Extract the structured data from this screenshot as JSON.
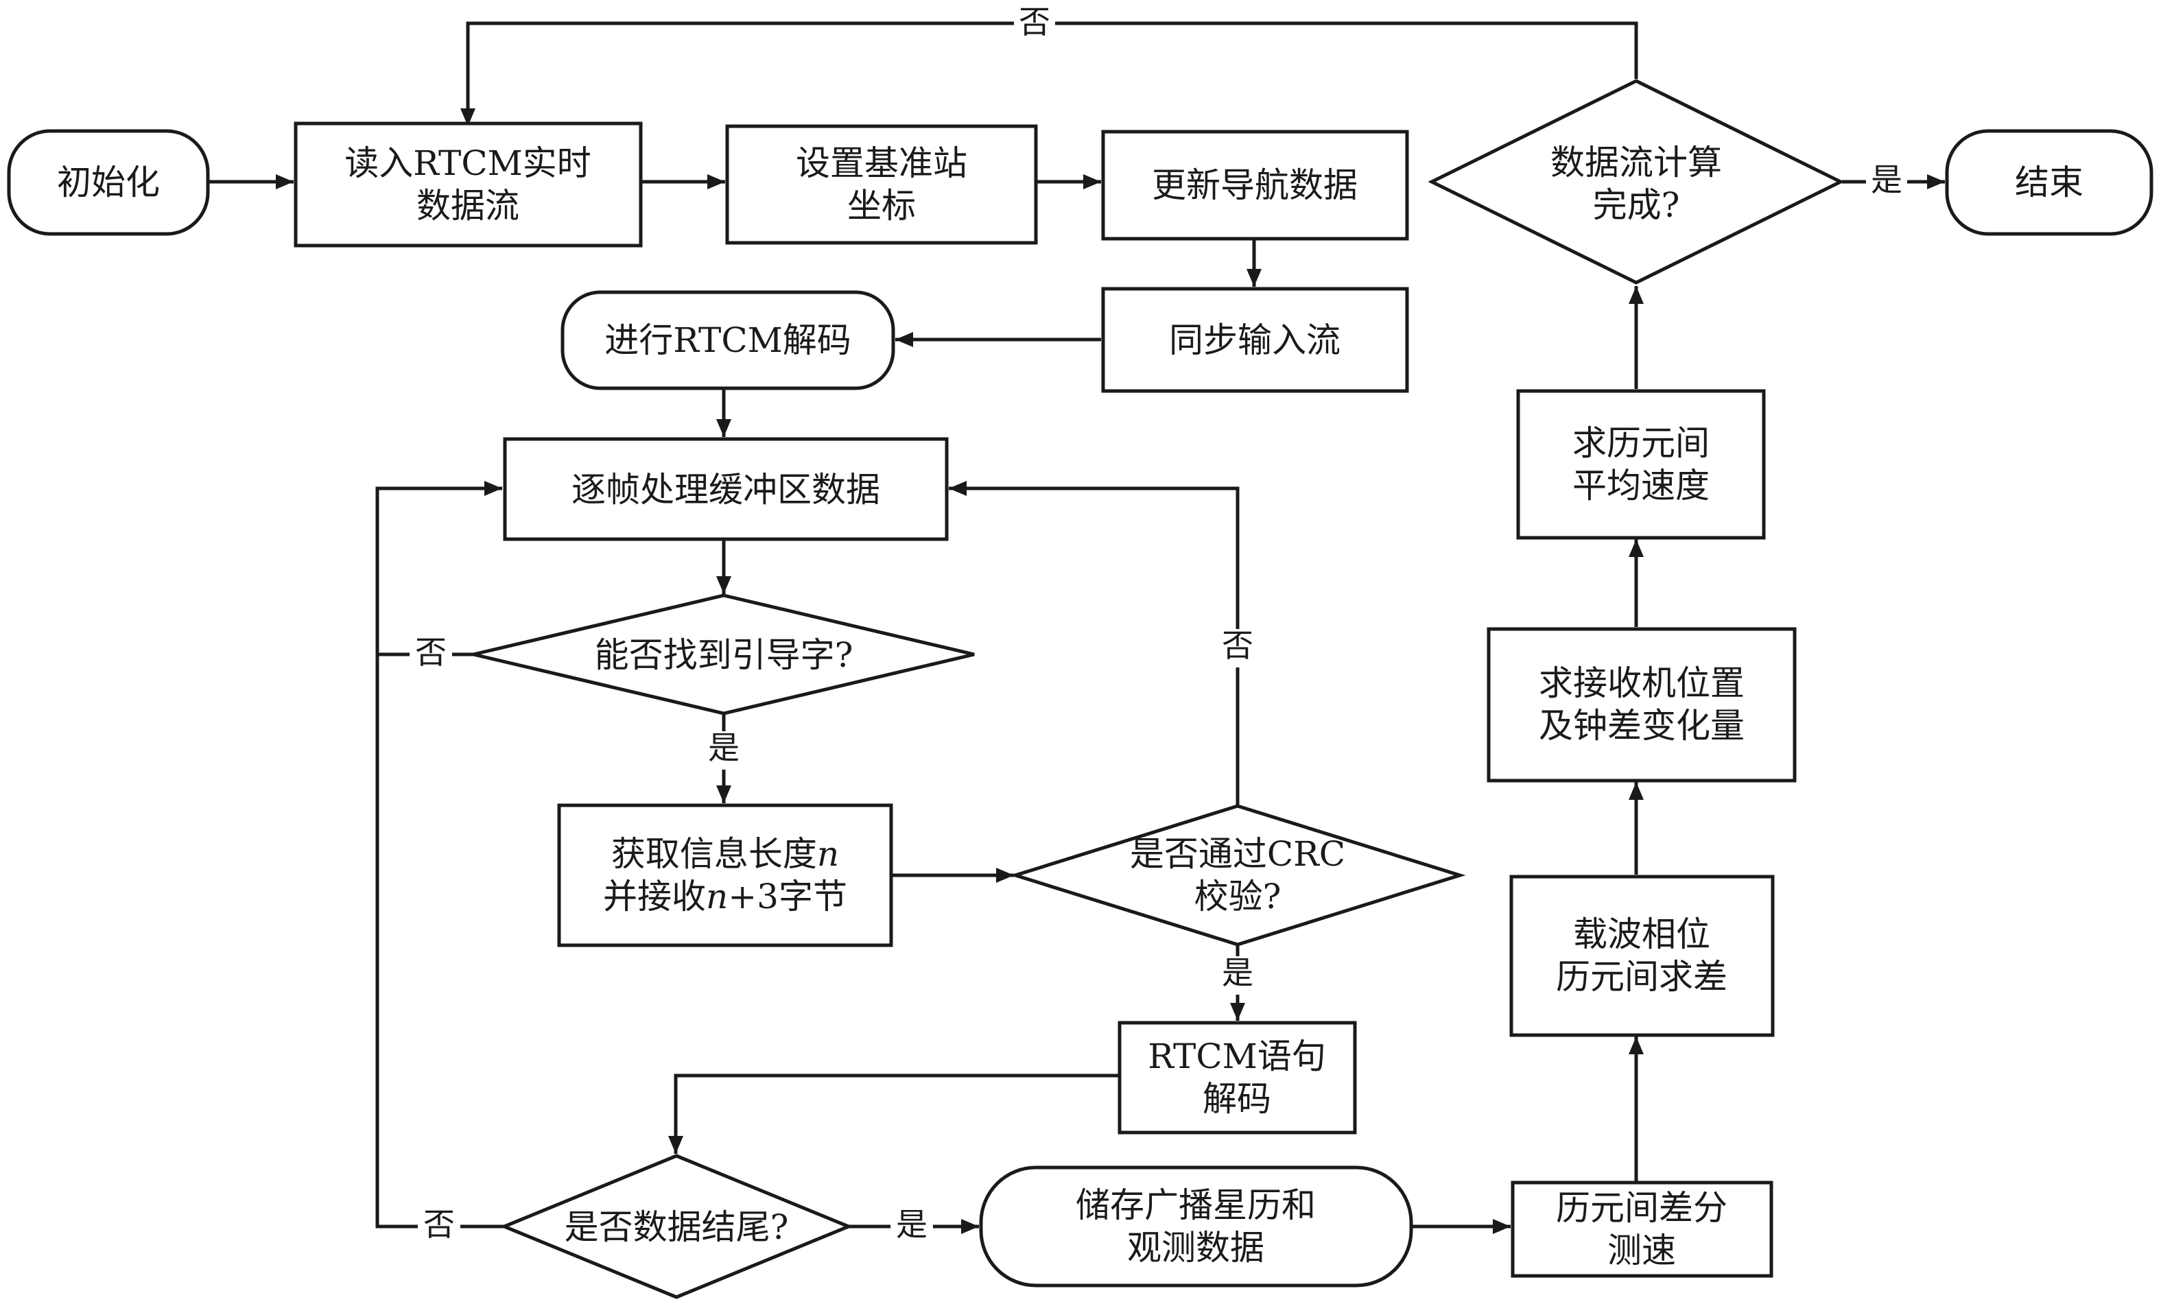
{
  "nodes": {
    "init": {
      "lines": [
        "初始化"
      ]
    },
    "read_stream": {
      "lines": [
        "读入RTCM实时",
        "数据流"
      ]
    },
    "set_base": {
      "lines": [
        "设置基准站",
        "坐标"
      ]
    },
    "update_nav": {
      "lines": [
        "更新导航数据"
      ]
    },
    "sync_input": {
      "lines": [
        "同步输入流"
      ]
    },
    "decode": {
      "lines": [
        "进行RTCM解码"
      ]
    },
    "process_buf": {
      "lines": [
        "逐帧处理缓冲区数据"
      ]
    },
    "find_lead": {
      "lines": [
        "能否找到引导字?"
      ]
    },
    "get_len": {
      "lines": [
        [
          {
            "t": "获取信息长度"
          },
          {
            "t": "n",
            "i": true
          }
        ],
        [
          {
            "t": "并接收"
          },
          {
            "t": "n",
            "i": true
          },
          {
            "t": "+3字节"
          }
        ]
      ]
    },
    "crc": {
      "lines": [
        "是否通过CRC",
        "校验?"
      ]
    },
    "rtcm_dec": {
      "lines": [
        "RTCM语句",
        "解码"
      ]
    },
    "data_end": {
      "lines": [
        "是否数据结尾?"
      ]
    },
    "store": {
      "lines": [
        "储存广播星历和",
        "观测数据"
      ]
    },
    "epoch_diff": {
      "lines": [
        "历元间差分",
        "测速"
      ]
    },
    "carrier": {
      "lines": [
        "载波相位",
        "历元间求差"
      ]
    },
    "recv_pos": {
      "lines": [
        "求接收机位置",
        "及钟差变化量"
      ]
    },
    "avg_vel": {
      "lines": [
        "求历元间",
        "平均速度"
      ]
    },
    "calc_done": {
      "lines": [
        "数据流计算",
        "完成?"
      ]
    },
    "end": {
      "lines": [
        "结束"
      ]
    }
  },
  "edge_labels": {
    "loop_top_no": "否",
    "done_yes": "是",
    "lead_no": "否",
    "lead_yes": "是",
    "crc_no": "否",
    "crc_yes": "是",
    "end_no": "否",
    "end_yes": "是"
  }
}
